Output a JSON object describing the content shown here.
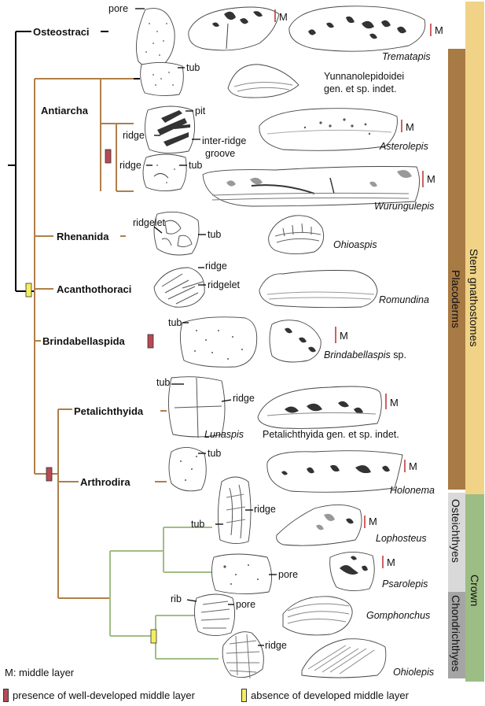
{
  "colors": {
    "stem_line": "#000000",
    "placoderm_line": "#b07f48",
    "crown_line": "#9fbe84",
    "placoderm_bar": "#a87a44",
    "stem_bar": "#f0d386",
    "osteichthyes_bar": "#d9d9d9",
    "chondrichthyes_bar": "#a5a5a5",
    "crown_bar": "#9cbd84",
    "marker_presence": "#b84a52",
    "marker_absence": "#f4ee5c",
    "bracket": "#c23b3b"
  },
  "clades": {
    "osteostraci": "Osteostraci",
    "antiarcha": "Antiarcha",
    "rhenanida": "Rhenanida",
    "acanthothoraci": "Acanthothoraci",
    "brindabellaspida": "Brindabellaspida",
    "petalichthyida": "Petalichthyida",
    "arthrodira": "Arthrodira"
  },
  "taxa": {
    "tremataspis": "Trematapis",
    "yunnan_line1": "Yunnanolepidoidei",
    "yunnan_line2": "gen. et sp. indet.",
    "asterolepis": "Asterolepis",
    "wurungulepis": "Wurungulepis",
    "ohioaspis": "Ohioaspis",
    "romundina": "Romundina",
    "brindabellaspis": "Brindabellaspis",
    "brindabellaspis_suffix": " sp.",
    "lunaspis": "Lunaspis",
    "petal_indet": "Petalichthyida gen. et sp. indet.",
    "holonema": "Holonema",
    "lophosteus": "Lophosteus",
    "psarolepis": "Psarolepis",
    "gomphonchus": "Gomphonchus",
    "ohiolepis": "Ohiolepis"
  },
  "labels": {
    "pore": "pore",
    "tub": "tub",
    "pit": "pit",
    "ridge": "ridge",
    "inter_ridge_1": "inter-ridge",
    "inter_ridge_2": "groove",
    "ridgelet": "ridgelet",
    "rib": "rib",
    "m": "M"
  },
  "groups": {
    "stem": "Stem gnathostomes",
    "placoderms": "Placoderms",
    "osteichthyes": "Osteichthyes",
    "chondrichthyes": "Chondrichthyes",
    "crown": "Crown"
  },
  "legend": {
    "m_note": "M: middle layer",
    "presence": "presence of well-developed middle layer",
    "absence": "absence of developed middle layer"
  }
}
